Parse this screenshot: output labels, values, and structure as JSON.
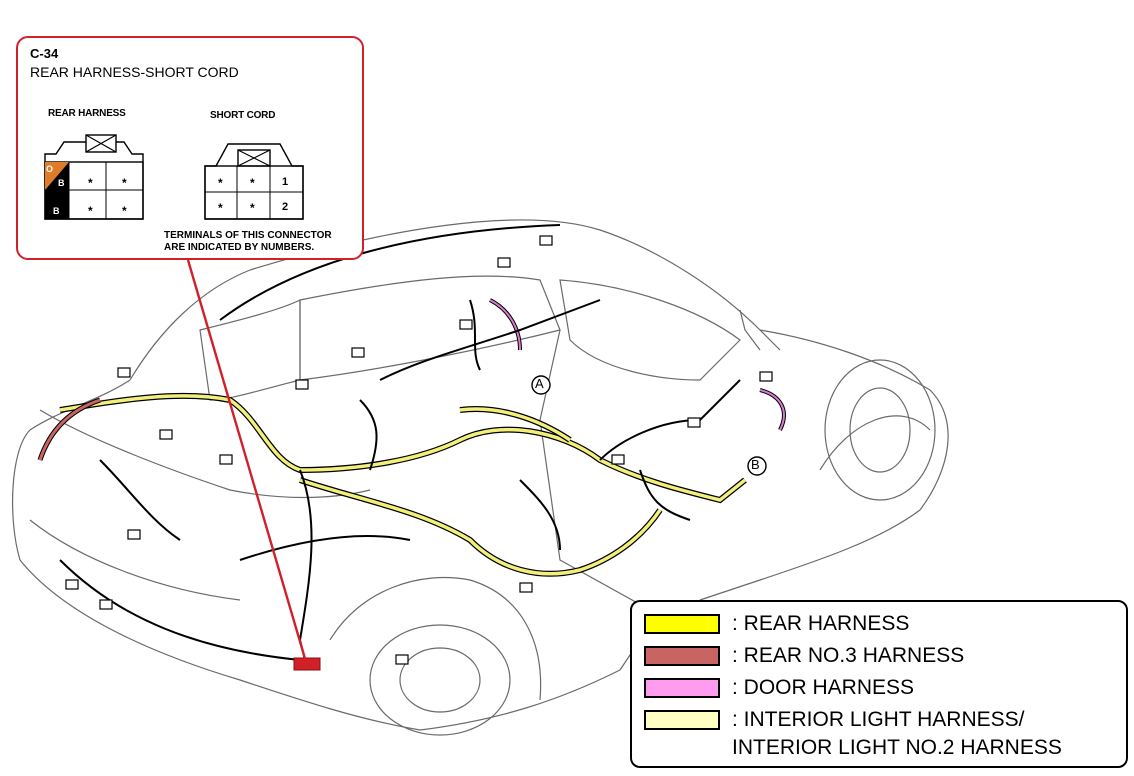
{
  "connector": {
    "code": "C-34",
    "name": "REAR HARNESS-SHORT CORD",
    "left_label": "REAR HARNESS",
    "right_label": "SHORT CORD",
    "note_line1": "TERMINALS OF THIS CONNECTOR",
    "note_line2": "ARE INDICATED BY NUMBERS.",
    "rear_pins": [
      [
        "O",
        "B",
        "*",
        "*"
      ],
      [
        "B",
        "",
        "*",
        "*"
      ]
    ],
    "cord_pins": [
      [
        "*",
        "*",
        "1"
      ],
      [
        "*",
        "*",
        "2"
      ]
    ]
  },
  "markers": {
    "a": "A",
    "b": "B"
  },
  "legend": [
    {
      "label": ": REAR HARNESS",
      "color": "#ffff00"
    },
    {
      "label": ": REAR NO.3 HARNESS",
      "color": "#c96464"
    },
    {
      "label": ": DOOR HARNESS",
      "color": "#ff9cf0"
    },
    {
      "label": ": INTERIOR LIGHT HARNESS/",
      "color": "#ffffc4"
    },
    {
      "label": "INTERIOR LIGHT NO.2 HARNESS",
      "color": ""
    }
  ],
  "colors": {
    "callout_border": "#d0202a",
    "pointer": "#d0202a",
    "orange_pin": "#e07b27",
    "black_pin": "#000000"
  }
}
